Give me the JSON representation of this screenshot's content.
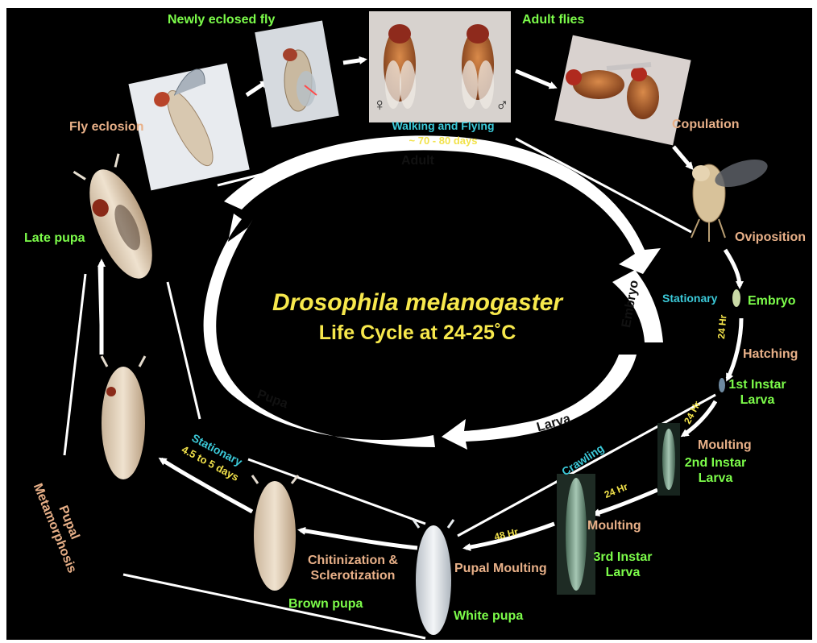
{
  "title": {
    "species": "Drosophila melanogaster",
    "subtitle": "Life Cycle at 24-25˚C"
  },
  "ring_labels": {
    "adult": "Adult",
    "embryo": "Embryo",
    "larva": "Larva",
    "pupa": "Pupa"
  },
  "stages": {
    "newly_eclosed": "Newly eclosed fly",
    "adult_flies": "Adult flies",
    "walking": "Walking and Flying",
    "adult_days": "~ 70 - 80 days",
    "copulation": "Copulation",
    "oviposition": "Oviposition",
    "stationary_embryo": "Stationary",
    "embryo": "Embryo",
    "hr_embryo": "24 Hr",
    "hatching": "Hatching",
    "instar1": "1st Instar\nLarva",
    "hr_instar1": "24 Hr",
    "moulting1": "Moulting",
    "instar2": "2nd Instar\nLarva",
    "crawling": "Crawling",
    "hr_instar2": "24 Hr",
    "moulting2": "Moulting",
    "instar3": "3rd Instar\nLarva",
    "hr_instar3": "48 Hr",
    "pupal_moulting": "Pupal Moulting",
    "white_pupa": "White pupa",
    "chitinization": "Chitinization &\nSclerotization",
    "brown_pupa": "Brown pupa",
    "stationary_pupa": "Stationary",
    "pupa_days": "4.5 to 5 days",
    "pupal_meta": "Pupal\nMetamorphosis",
    "late_pupa": "Late pupa",
    "fly_eclosion": "Fly eclosion"
  },
  "symbols": {
    "female": "♀",
    "male": "♂"
  }
}
